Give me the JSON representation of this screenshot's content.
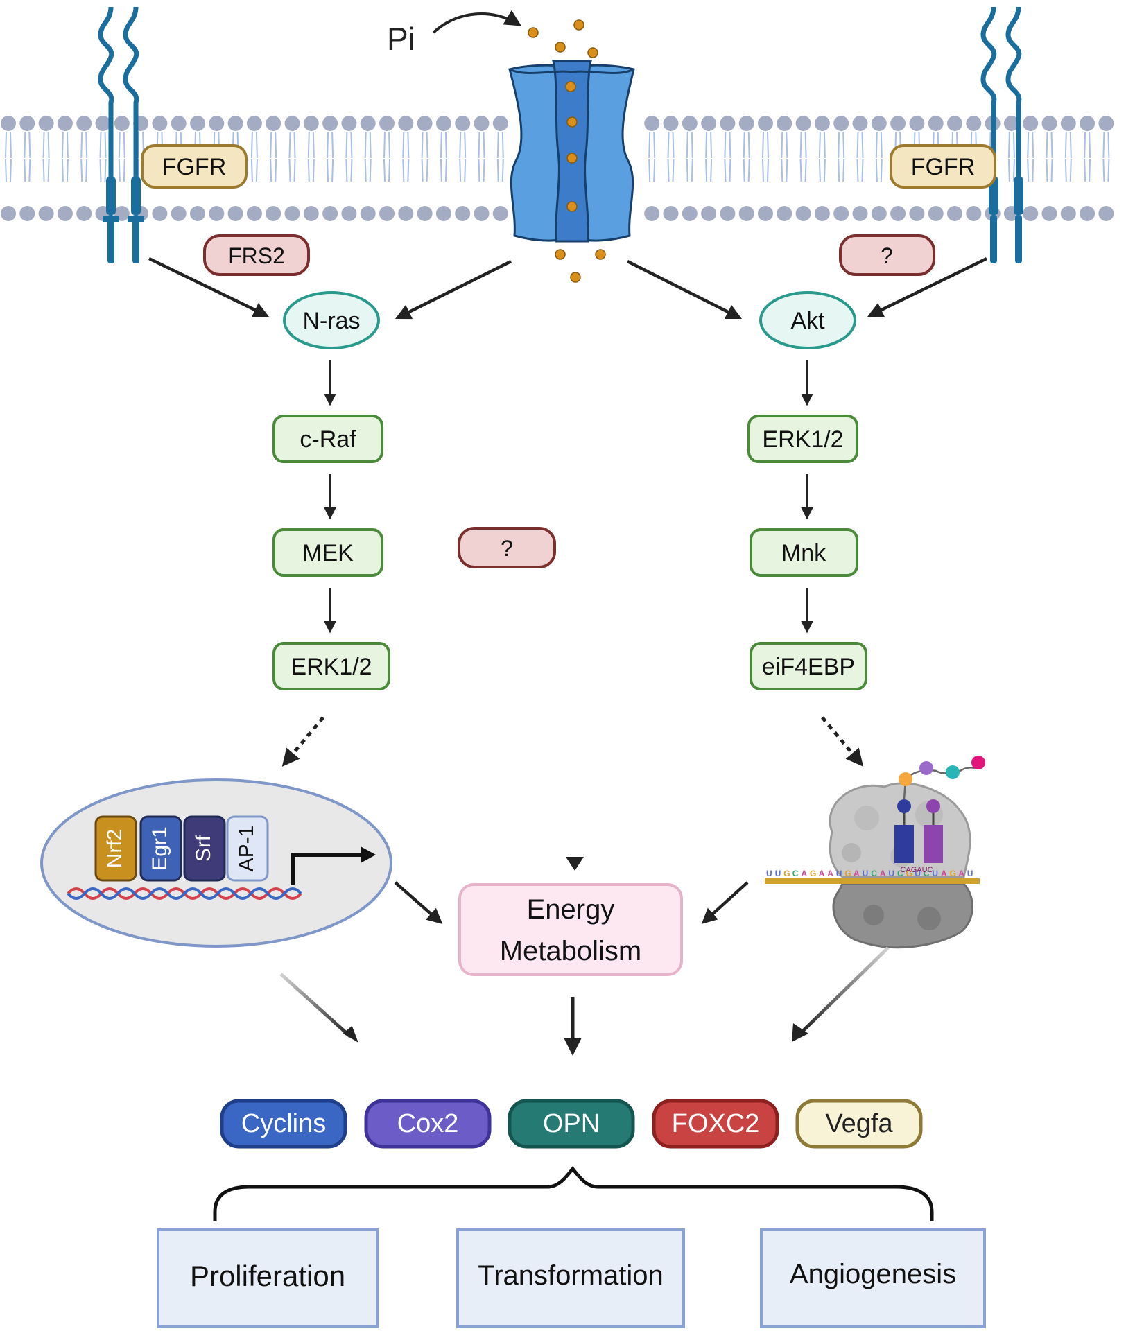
{
  "membrane": {
    "pi_label": "Pi",
    "fgfr_left": "FGFR",
    "fgfr_right": "FGFR",
    "frs2": "FRS2",
    "unknown_right": "?"
  },
  "left_pathway": {
    "nras": "N-ras",
    "craf": "c-Raf",
    "mek": "MEK",
    "erk": "ERK1/2"
  },
  "center": {
    "unknown": "?",
    "energy_line1": "Energy",
    "energy_line2": "Metabolism"
  },
  "right_pathway": {
    "akt": "Akt",
    "erk": "ERK1/2",
    "mnk": "Mnk",
    "eif": "eiF4EBP"
  },
  "transcription_factors": [
    {
      "label": "Nrf2",
      "color": "#c8901e"
    },
    {
      "label": "Egr1",
      "color": "#3d62b6"
    },
    {
      "label": "Srf",
      "color": "#3f3a78"
    },
    {
      "label": "AP-1",
      "color": "#dfe6f5"
    }
  ],
  "ribosome": {
    "mrna_sequence": "UUGCAGAAUGAUCAUCGUCUAGAU",
    "codon_label": "CAGAUC"
  },
  "targets": [
    {
      "label": "Cyclins",
      "fill": "#3a66c4",
      "stroke": "#1f3f8a",
      "text": "#ffffff"
    },
    {
      "label": "Cox2",
      "fill": "#6b5cc8",
      "stroke": "#3f3399",
      "text": "#ffffff"
    },
    {
      "label": "OPN",
      "fill": "#257a73",
      "stroke": "#155550",
      "text": "#ffffff"
    },
    {
      "label": "FOXC2",
      "fill": "#c94343",
      "stroke": "#8f2020",
      "text": "#ffffff"
    },
    {
      "label": "Vegfa",
      "fill": "#f8f3d6",
      "stroke": "#8c7a36",
      "text": "#222222"
    }
  ],
  "outcomes": [
    "Proliferation",
    "Transformation",
    "Angiogenesis"
  ],
  "colors": {
    "channel": "#5aa0e0",
    "channel_inner": "#3c7cc8",
    "phosphate": "#d9901a",
    "receptor": "#1a6e9e",
    "fgfr_fill": "#f5e6c2",
    "pink_box": "#f1d2d2",
    "green_box": "#e6f4e0",
    "oval_fill": "#e6f6f2"
  }
}
